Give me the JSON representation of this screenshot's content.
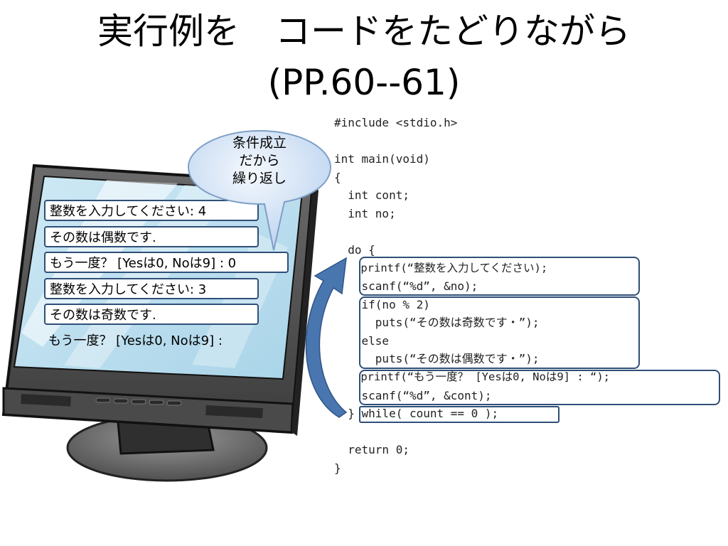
{
  "slide": {
    "title_line1": "実行例を　コードをたどりながら",
    "title_line2": "(PP.60--61)"
  },
  "bubble": {
    "lines": [
      "条件成立",
      "だから",
      "繰り返し"
    ]
  },
  "screen": {
    "lines": [
      "整数を入力してください: 4",
      "その数は偶数です.",
      "もう一度？ [Yesは0, Noは9] : 0",
      "整数を入力してください: 3",
      "その数は奇数です.",
      "もう一度？ [Yesは0, Noは9] :"
    ]
  },
  "code": {
    "lines": [
      "#include <stdio.h>",
      "",
      "int main(void)",
      "{",
      "  int cont;",
      "  int no;",
      "",
      "  do {",
      "    printf(“整数を入力してください);",
      "    scanf(“%d”, &no);",
      "    if(no % 2)",
      "      puts(“その数は奇数です・”);",
      "    else",
      "      puts(“その数は偶数です・”);",
      "    printf(“もう一度？ [Yesは0, Noは9] : “);",
      "    scanf(“%d”, &cont);",
      "  } while( count == 0 );",
      "",
      "  return 0;",
      "}"
    ]
  },
  "colors": {
    "box_border": "#2f4f78",
    "arrow": "#4a76b0",
    "bubble_fill": "#cfe0f5"
  }
}
